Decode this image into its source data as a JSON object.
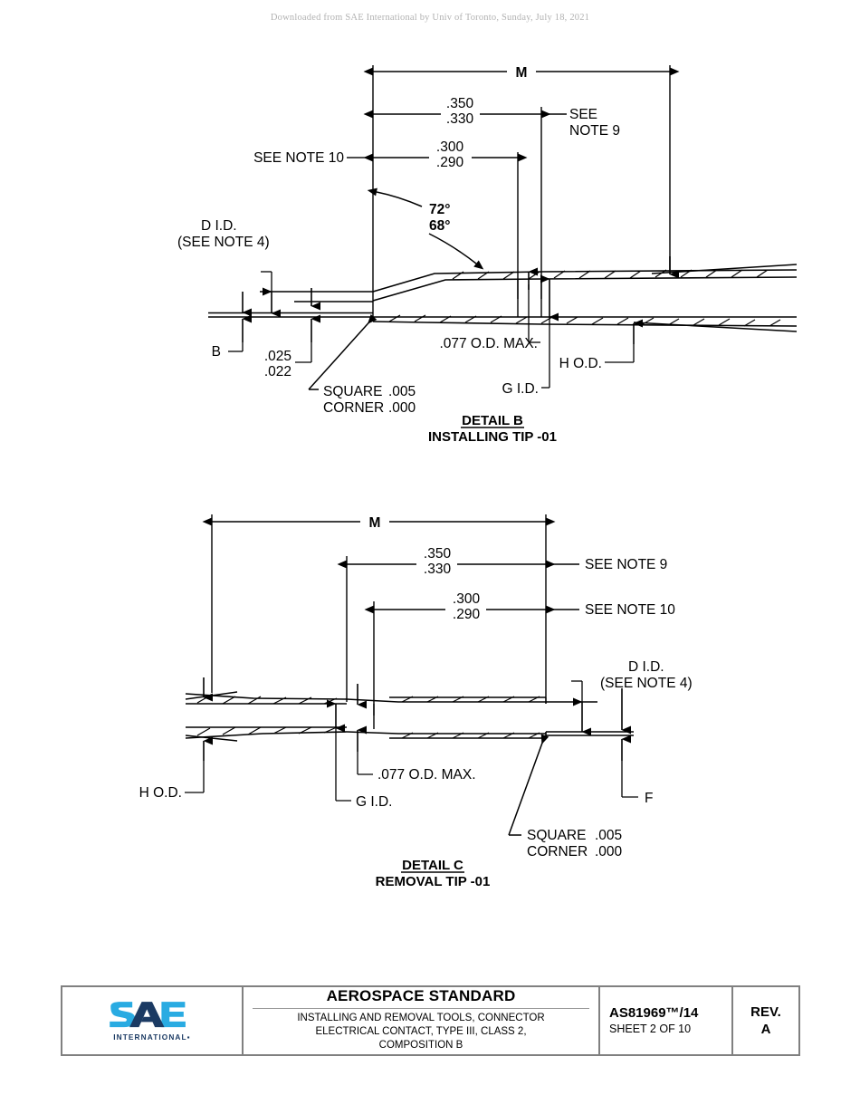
{
  "watermark": "Downloaded from SAE International by Univ of Toronto, Sunday, July 18, 2021",
  "detail_b": {
    "caption_main": "DETAIL B",
    "caption_sub": "INSTALLING TIP -01",
    "dim_m": "M",
    "dim_350": ".350",
    "dim_330": ".330",
    "dim_300": ".300",
    "dim_290": ".290",
    "angle_72": "72°",
    "angle_68": "68°",
    "note_9_l1": "SEE",
    "note_9_l2": "NOTE 9",
    "note_10": "SEE NOTE 10",
    "d_id_l1": "D I.D.",
    "d_id_l2": "(SEE NOTE 4)",
    "dim_b": "B",
    "dim_025": ".025",
    "dim_022": ".022",
    "square_word": "SQUARE",
    "corner_word": "CORNER",
    "square_val": ".005",
    "corner_val": ".000",
    "od_max": ".077 O.D. MAX.",
    "g_id": "G I.D.",
    "h_od": "H O.D."
  },
  "detail_c": {
    "caption_main": "DETAIL C",
    "caption_sub": "REMOVAL TIP -01",
    "dim_m": "M",
    "dim_350": ".350",
    "dim_330": ".330",
    "dim_300": ".300",
    "dim_290": ".290",
    "note_9": "SEE NOTE 9",
    "note_10": "SEE NOTE 10",
    "d_id_l1": "D I.D.",
    "d_id_l2": "(SEE NOTE 4)",
    "h_od": "H O.D.",
    "g_id": "G I.D.",
    "od_max": ".077 O.D. MAX.",
    "dim_f": "F",
    "square_word": "SQUARE",
    "corner_word": "CORNER",
    "square_val": ".005",
    "corner_val": ".000"
  },
  "title_block": {
    "logo_text": "SAE",
    "logo_subtext": "INTERNATIONAL▪",
    "heading": "AEROSPACE STANDARD",
    "subtitle_lines": [
      "INSTALLING AND REMOVAL TOOLS, CONNECTOR",
      "ELECTRICAL CONTACT, TYPE III, CLASS 2,",
      "COMPOSITION B"
    ],
    "doc_number": "AS81969™/14",
    "sheet": "SHEET 2 OF 10",
    "rev_label": "REV.",
    "rev_value": "A"
  },
  "colors": {
    "logo_light_blue": "#29ABE2",
    "logo_dark_blue": "#1B3A63",
    "line": "#000000",
    "watermark": "#b2b2b2",
    "border": "#808080"
  }
}
